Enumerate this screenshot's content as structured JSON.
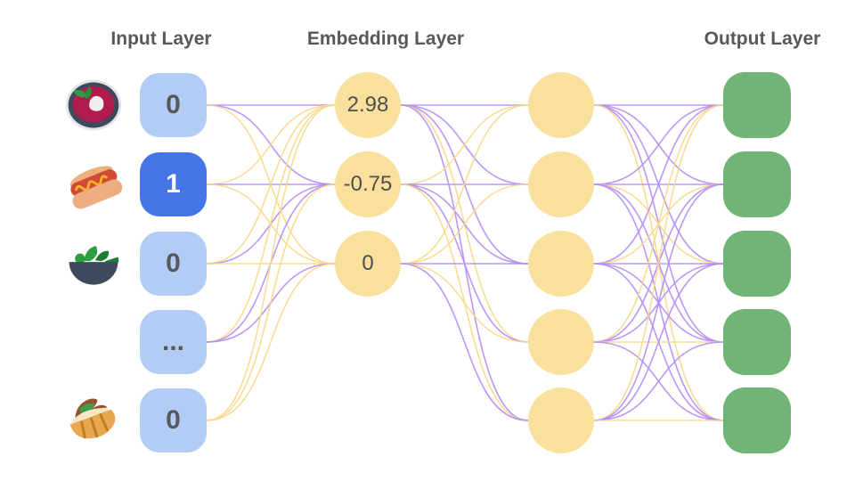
{
  "titles": {
    "input": "Input Layer",
    "embedding": "Embedding Layer",
    "output": "Output Layer"
  },
  "colors": {
    "input_box": "#b3ccf5",
    "input_box_active": "#4375e6",
    "node_fill": "#f9e09c",
    "output_fill": "#70b575",
    "edge_purple": "#b38df2",
    "edge_yellow": "#f8d88a",
    "value_text": "#595959",
    "active_value_text": "#ffffff",
    "title_text": "#58585a"
  },
  "input_layer": {
    "items": [
      {
        "icon": "borscht-icon",
        "value": "0",
        "active": false
      },
      {
        "icon": "hotdog-icon",
        "value": "1",
        "active": true
      },
      {
        "icon": "salad-icon",
        "value": "0",
        "active": false
      },
      {
        "icon": null,
        "value": "...",
        "active": false
      },
      {
        "icon": "pita-icon",
        "value": "0",
        "active": false
      }
    ]
  },
  "embedding_layer": {
    "values": [
      "2.98",
      "-0.75",
      "0"
    ]
  },
  "hidden_layer": {
    "node_count": 5
  },
  "output_layer": {
    "node_count": 5
  },
  "edges": {
    "input_to_embedding": [
      [
        "p",
        "p",
        "y"
      ],
      [
        "y",
        "p",
        "y"
      ],
      [
        "y",
        "p",
        "y"
      ],
      [
        "y",
        "p",
        "p"
      ],
      [
        "y",
        "y",
        "y"
      ]
    ],
    "embedding_to_hidden": [
      [
        "p",
        "p",
        "p",
        "y",
        "p"
      ],
      [
        "y",
        "p",
        "p",
        "p",
        "y"
      ],
      [
        "y",
        "y",
        "p",
        "y",
        "p"
      ]
    ],
    "hidden_to_output": [
      [
        "p",
        "p",
        "p",
        "p",
        "y"
      ],
      [
        "p",
        "p",
        "y",
        "p",
        "p"
      ],
      [
        "p",
        "y",
        "p",
        "p",
        "p"
      ],
      [
        "y",
        "p",
        "p",
        "y",
        "p"
      ],
      [
        "y",
        "p",
        "p",
        "p",
        "y"
      ]
    ]
  }
}
